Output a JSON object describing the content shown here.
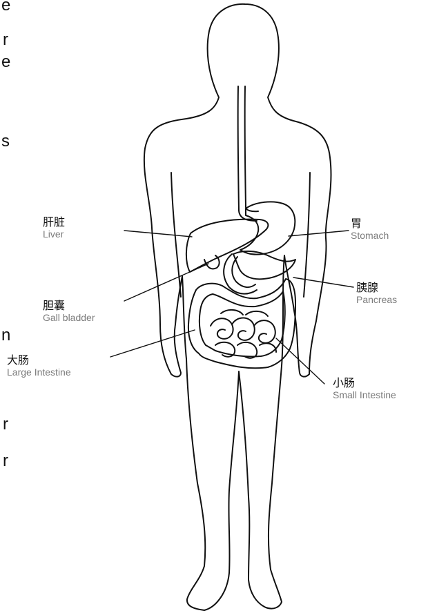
{
  "edge_text": {
    "e1": "e",
    "e2": "r",
    "e3": "e",
    "e4": "s",
    "e5": "n",
    "e6": "r",
    "e7": "r"
  },
  "labels": {
    "liver": {
      "zh": "肝脏",
      "en": "Liver"
    },
    "gall_bladder": {
      "zh": "胆囊",
      "en": "Gall bladder"
    },
    "large_intestine": {
      "zh": "大肠",
      "en": "Large Intestine"
    },
    "stomach": {
      "zh": "胃",
      "en": "Stomach"
    },
    "pancreas": {
      "zh": "胰腺",
      "en": "Pancreas"
    },
    "small_intestine": {
      "zh": "小肠",
      "en": "Small Intestine"
    }
  },
  "colors": {
    "line": "#111111",
    "english_label": "#7b7b7b",
    "background": "#ffffff"
  }
}
